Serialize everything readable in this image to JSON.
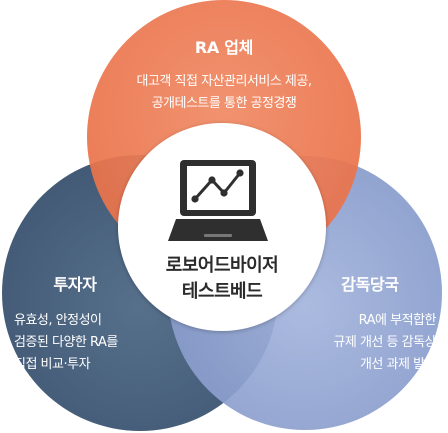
{
  "circles": {
    "top": {
      "title": "RA 업체",
      "lines": [
        "대고객 직접 자산관리서비스 제공,",
        "공개테스트를 통한 공정경쟁"
      ],
      "color": "#ee7a52"
    },
    "left": {
      "title": "투자자",
      "lines": [
        "유효성, 안정성이",
        "검증된 다양한 RA를",
        "직접 비교·투자"
      ],
      "color": "#4f6781"
    },
    "right": {
      "title": "감독당국",
      "lines": [
        "RA에 부적합한",
        "규제 개선 등 감독상",
        "개선 과제 발굴"
      ],
      "color": "#93a6d4"
    }
  },
  "center": {
    "lines": [
      "로보어드바이저",
      "테스트베드"
    ],
    "icon": "laptop-chart-icon"
  }
}
